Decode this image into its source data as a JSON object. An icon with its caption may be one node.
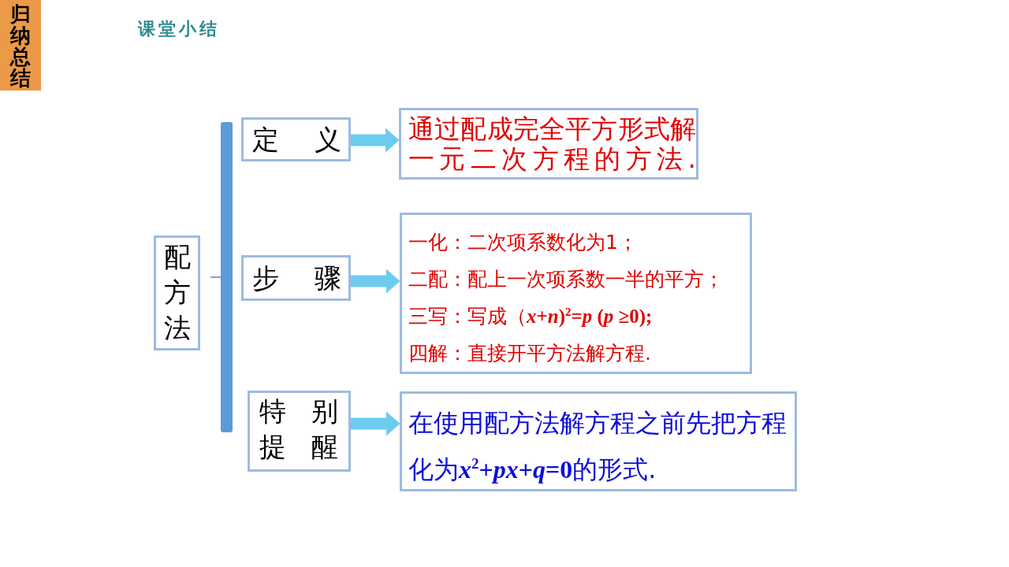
{
  "diagram": {
    "title": "课堂小结",
    "nodes": [
      {
        "text": [
          "归纳总结"
        ]
      },
      {
        "text": [
          "配方法"
        ]
      },
      {
        "text": [
          "定义"
        ]
      },
      {
        "text": [
          "通过配成完全平方形式解一元二次方程的方法."
        ]
      },
      {
        "text": [
          "步骤"
        ]
      },
      {
        "text": [
          "一化：二次项系数化为1；",
          "二配：配上一次项系数一半的平方；",
          "三写：写成（***x*+*n*)$^{2}$=*p* (*p* ≥0);**",
          "四解：直接开平方法解方程."
        ]
      },
      {
        "text": [
          "特别提醒"
        ]
      },
      {
        "text": [
          "在使用配方法解方程之前先把方程化为***x*$^{2}$+*px*+*q*=0**的形式."
        ]
      }
    ],
    "edges": [
      {
        "from": 2,
        "to": 3,
        "arrow": "to"
      },
      {
        "from": 4,
        "to": 5,
        "arrow": "to"
      },
      {
        "from": 6,
        "to": 7,
        "arrow": "to"
      }
    ]
  }
}
